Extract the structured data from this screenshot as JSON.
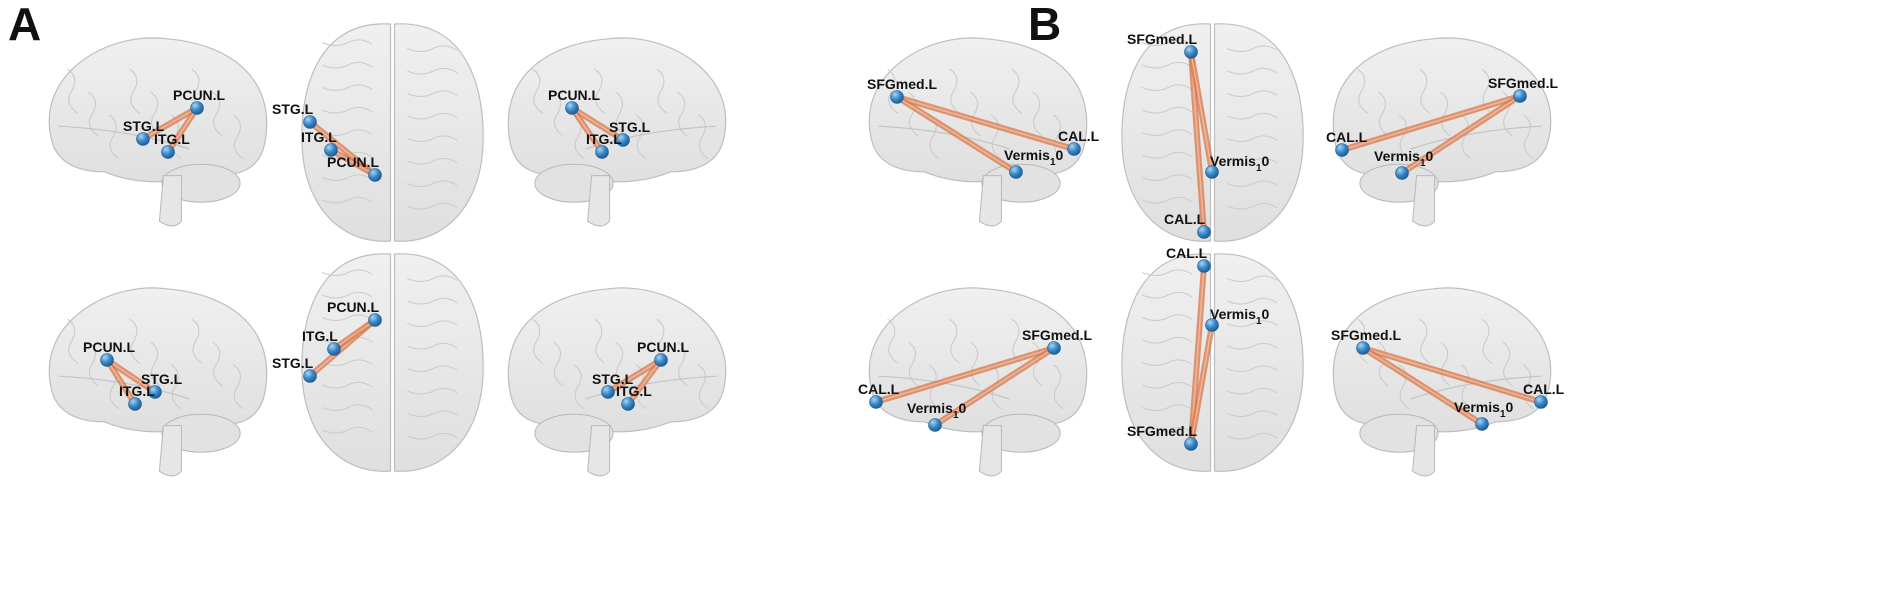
{
  "panels": [
    {
      "label": "A",
      "views": [
        {
          "view": "sagittal-left",
          "nodes": [
            {
              "id": "PCUN.L",
              "text": "PCUN.L"
            },
            {
              "id": "STG.L",
              "text": "STG.L"
            },
            {
              "id": "ITG.L",
              "text": "ITG.L"
            }
          ],
          "edges": [
            [
              "STG.L",
              "PCUN.L"
            ],
            [
              "ITG.L",
              "PCUN.L"
            ]
          ]
        },
        {
          "view": "axial-top",
          "nodes": [
            {
              "id": "STG.L",
              "text": "STG.L"
            },
            {
              "id": "ITG.L",
              "text": "ITG.L"
            },
            {
              "id": "PCUN.L",
              "text": "PCUN.L"
            }
          ],
          "edges": [
            [
              "STG.L",
              "PCUN.L"
            ],
            [
              "ITG.L",
              "PCUN.L"
            ]
          ]
        },
        {
          "view": "sagittal-right",
          "nodes": [
            {
              "id": "PCUN.L",
              "text": "PCUN.L"
            },
            {
              "id": "STG.L",
              "text": "STG.L"
            },
            {
              "id": "ITG.L",
              "text": "ITG.L"
            }
          ],
          "edges": [
            [
              "STG.L",
              "PCUN.L"
            ],
            [
              "ITG.L",
              "PCUN.L"
            ]
          ]
        },
        {
          "view": "medial-left",
          "nodes": [
            {
              "id": "PCUN.L",
              "text": "PCUN.L"
            },
            {
              "id": "STG.L",
              "text": "STG.L"
            },
            {
              "id": "ITG.L",
              "text": "ITG.L"
            }
          ],
          "edges": [
            [
              "STG.L",
              "PCUN.L"
            ],
            [
              "ITG.L",
              "PCUN.L"
            ]
          ]
        },
        {
          "view": "axial-bottom",
          "nodes": [
            {
              "id": "PCUN.L",
              "text": "PCUN.L"
            },
            {
              "id": "ITG.L",
              "text": "ITG.L"
            },
            {
              "id": "STG.L",
              "text": "STG.L"
            }
          ],
          "edges": [
            [
              "STG.L",
              "PCUN.L"
            ],
            [
              "ITG.L",
              "PCUN.L"
            ]
          ]
        },
        {
          "view": "medial-right",
          "nodes": [
            {
              "id": "PCUN.L",
              "text": "PCUN.L"
            },
            {
              "id": "STG.L",
              "text": "STG.L"
            },
            {
              "id": "ITG.L",
              "text": "ITG.L"
            }
          ],
          "edges": [
            [
              "STG.L",
              "PCUN.L"
            ],
            [
              "ITG.L",
              "PCUN.L"
            ]
          ]
        }
      ]
    },
    {
      "label": "B",
      "views": [
        {
          "view": "sagittal-left",
          "nodes": [
            {
              "id": "SFGmed.L",
              "text": "SFGmed.L"
            },
            {
              "id": "CAL.L",
              "text": "CAL.L"
            },
            {
              "id": "Vermis_10",
              "text": "Vermis",
              "sub": "1",
              "suffix": "0"
            }
          ],
          "edges": [
            [
              "SFGmed.L",
              "CAL.L"
            ],
            [
              "SFGmed.L",
              "Vermis_10"
            ]
          ]
        },
        {
          "view": "axial-top",
          "nodes": [
            {
              "id": "SFGmed.L",
              "text": "SFGmed.L"
            },
            {
              "id": "Vermis_10",
              "text": "Vermis",
              "sub": "1",
              "suffix": "0"
            },
            {
              "id": "CAL.L",
              "text": "CAL.L"
            }
          ],
          "edges": [
            [
              "SFGmed.L",
              "CAL.L"
            ],
            [
              "SFGmed.L",
              "Vermis_10"
            ]
          ]
        },
        {
          "view": "sagittal-right",
          "nodes": [
            {
              "id": "SFGmed.L",
              "text": "SFGmed.L"
            },
            {
              "id": "CAL.L",
              "text": "CAL.L"
            },
            {
              "id": "Vermis_10",
              "text": "Vermis",
              "sub": "1",
              "suffix": "0"
            }
          ],
          "edges": [
            [
              "SFGmed.L",
              "CAL.L"
            ],
            [
              "SFGmed.L",
              "Vermis_10"
            ]
          ]
        },
        {
          "view": "medial-left",
          "nodes": [
            {
              "id": "SFGmed.L",
              "text": "SFGmed.L"
            },
            {
              "id": "CAL.L",
              "text": "CAL.L"
            },
            {
              "id": "Vermis_10",
              "text": "Vermis",
              "sub": "1",
              "suffix": "0"
            }
          ],
          "edges": [
            [
              "SFGmed.L",
              "CAL.L"
            ],
            [
              "SFGmed.L",
              "Vermis_10"
            ]
          ]
        },
        {
          "view": "axial-bottom",
          "nodes": [
            {
              "id": "CAL.L",
              "text": "CAL.L"
            },
            {
              "id": "Vermis_10",
              "text": "Vermis",
              "sub": "1",
              "suffix": "0"
            },
            {
              "id": "SFGmed.L",
              "text": "SFGmed.L"
            }
          ],
          "edges": [
            [
              "SFGmed.L",
              "CAL.L"
            ],
            [
              "SFGmed.L",
              "Vermis_10"
            ]
          ]
        },
        {
          "view": "medial-right",
          "nodes": [
            {
              "id": "SFGmed.L",
              "text": "SFGmed.L"
            },
            {
              "id": "CAL.L",
              "text": "CAL.L"
            },
            {
              "id": "Vermis_10",
              "text": "Vermis",
              "sub": "1",
              "suffix": "0"
            }
          ],
          "edges": [
            [
              "SFGmed.L",
              "CAL.L"
            ],
            [
              "SFGmed.L",
              "Vermis_10"
            ]
          ]
        }
      ]
    }
  ],
  "colors": {
    "brain_fill": "#e4e4e4",
    "brain_stroke": "#b8b8b8",
    "edge": "#d9774a",
    "node": "#2f7fc1",
    "node_highlight": "#8cc3ea",
    "label": "#111111"
  }
}
